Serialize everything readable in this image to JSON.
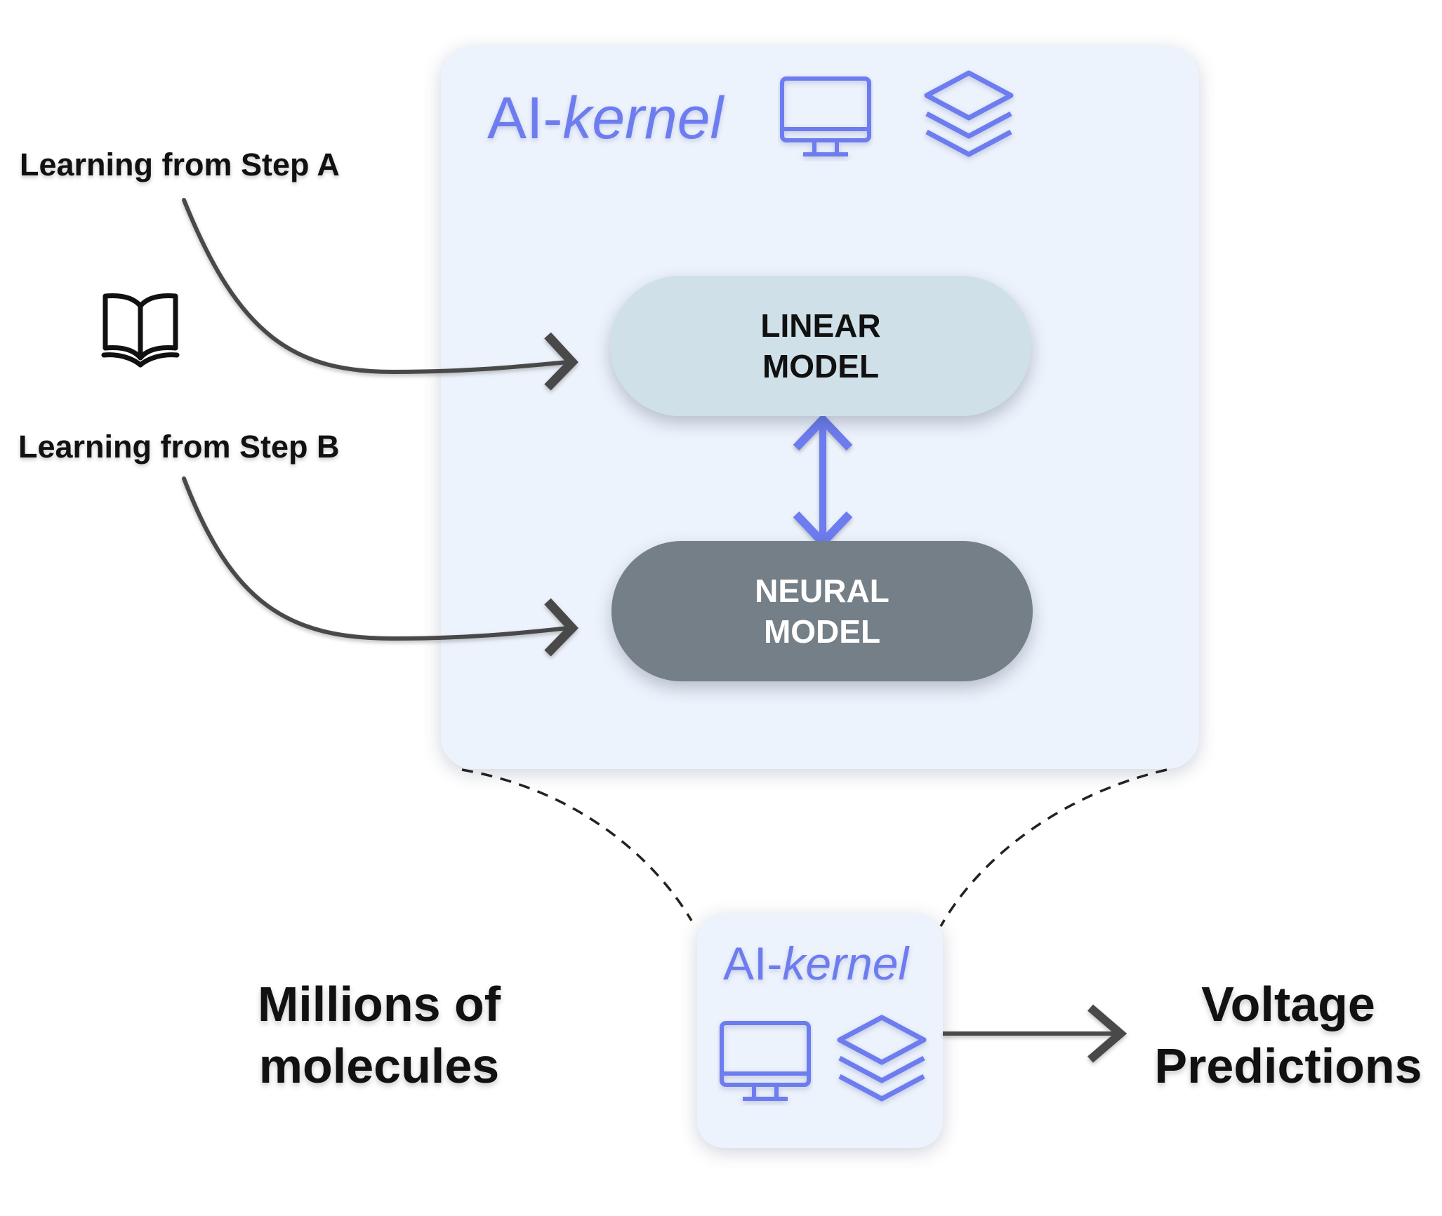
{
  "kernel_panel": {
    "title_plain": "AI-",
    "title_italic": "kernel",
    "icons": [
      "monitor-icon",
      "layers-icon"
    ]
  },
  "models": {
    "linear": [
      "LINEAR",
      "MODEL"
    ],
    "neural": [
      "NEURAL",
      "MODEL"
    ]
  },
  "inputs": {
    "step_a": "Learning from Step A",
    "step_b": "Learning from Step B",
    "icon": "book-icon"
  },
  "pipeline": {
    "input": [
      "Millions of",
      "molecules"
    ],
    "kernel_title_plain": "AI-",
    "kernel_title_italic": "kernel",
    "output": [
      "Voltage",
      "Predictions"
    ]
  },
  "colors": {
    "accent": "#6d7cef",
    "panel_bg": "#edf3fc",
    "linear_model": "#d0e0e8",
    "neural_model": "#747f87",
    "arrow": "#4a4a4a"
  }
}
